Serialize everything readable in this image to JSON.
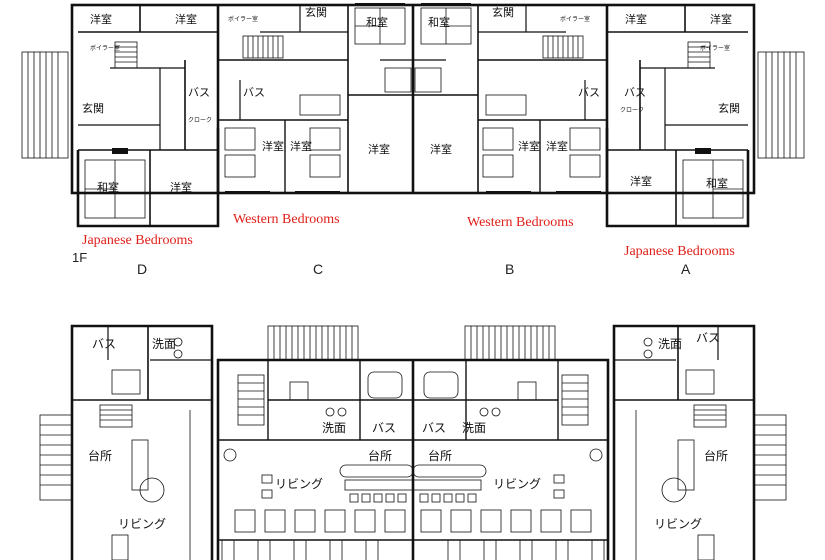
{
  "floor1": {
    "floor_label": "1F",
    "unit_labels": [
      "D",
      "C",
      "B",
      "A"
    ],
    "annotations": {
      "western_left": "Western Bedrooms",
      "western_right": "Western Bedrooms",
      "japanese_left": "Japanese Bedrooms",
      "japanese_right": "Japanese Bedrooms"
    },
    "rooms": {
      "yoshitsu": "洋室",
      "washitsu": "和室",
      "genkan": "玄関",
      "bath": "バス",
      "boiler": "ボイラー室",
      "cloak": "クローク"
    }
  },
  "floor2": {
    "rooms": {
      "bath": "バス",
      "senmen": "洗面",
      "daidokoro": "台所",
      "living": "リビング"
    }
  },
  "colors": {
    "annotation": "#e0201a",
    "line": "#111111"
  }
}
